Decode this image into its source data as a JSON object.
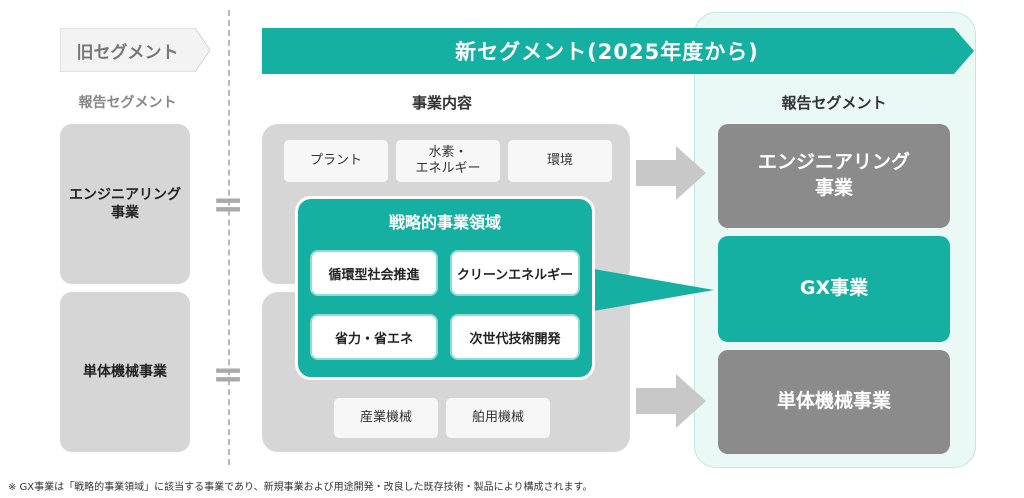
{
  "header": {
    "old_segment": "旧セグメント",
    "new_segment": "新セグメント(2025年度から)"
  },
  "columns": {
    "old_report_segment": "報告セグメント",
    "business_content": "事業内容",
    "new_report_segment": "報告セグメント"
  },
  "old_segments": [
    "エンジニアリング\n事業",
    "単体機械事業"
  ],
  "equals_sign": "=",
  "business": {
    "top_items": [
      "プラント",
      "水素・\nエネルギー",
      "環境"
    ],
    "strategic": {
      "title": "戦略的事業領域",
      "items": [
        "循環型社会推進",
        "クリーンエネルギー",
        "省力・省エネ",
        "次世代技術開発"
      ]
    },
    "bottom_items": [
      "産業機械",
      "舶用機械"
    ]
  },
  "new_segments": [
    "エンジニアリング\n事業",
    "GX事業",
    "単体機械事業"
  ],
  "footnote": "※ GX事業は「戦略的事業領域」に該当する事業であり、新規事業および用途開発・改良した既存技術・製品により構成されます。",
  "colors": {
    "teal": "#16b0a2",
    "grey_panel": "#d6d6d6",
    "grey_segment": "#8b8b8b",
    "report_bg": "#eaf8f6"
  }
}
